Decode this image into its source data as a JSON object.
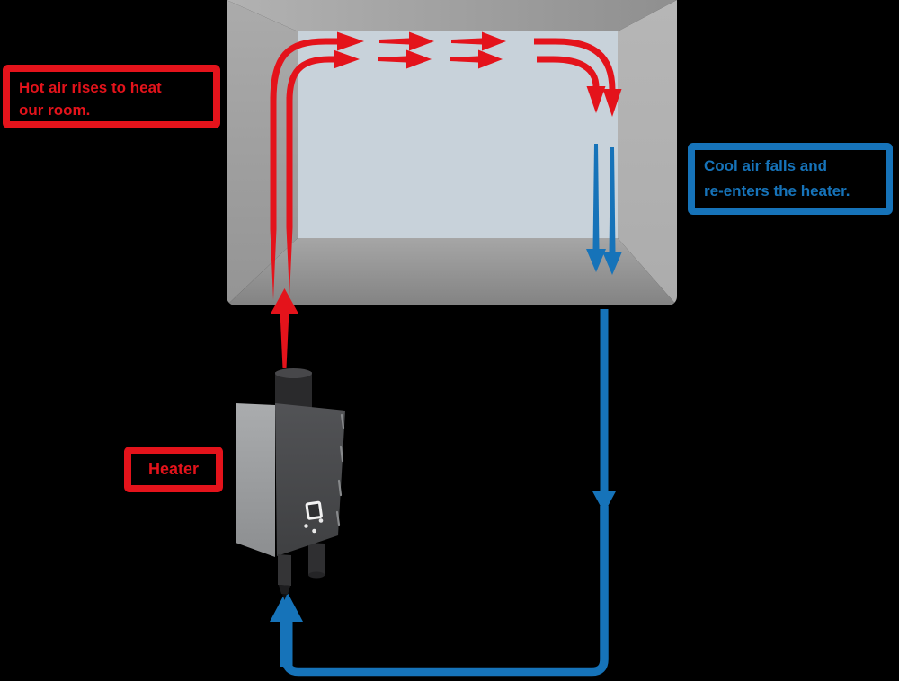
{
  "colors": {
    "hot": "#e4131b",
    "cool": "#1673b9",
    "room_back_wall": "#c8d2da",
    "room_walls_gray": "#a5a5a5",
    "background": "#000000"
  },
  "labels": {
    "hot_air": {
      "line1": "Hot air rises to heat",
      "line2": "our room."
    },
    "cool_air": {
      "line1": "Cool air falls and",
      "line2": "re-enters the heater."
    },
    "heater": {
      "label": "Heater"
    }
  }
}
